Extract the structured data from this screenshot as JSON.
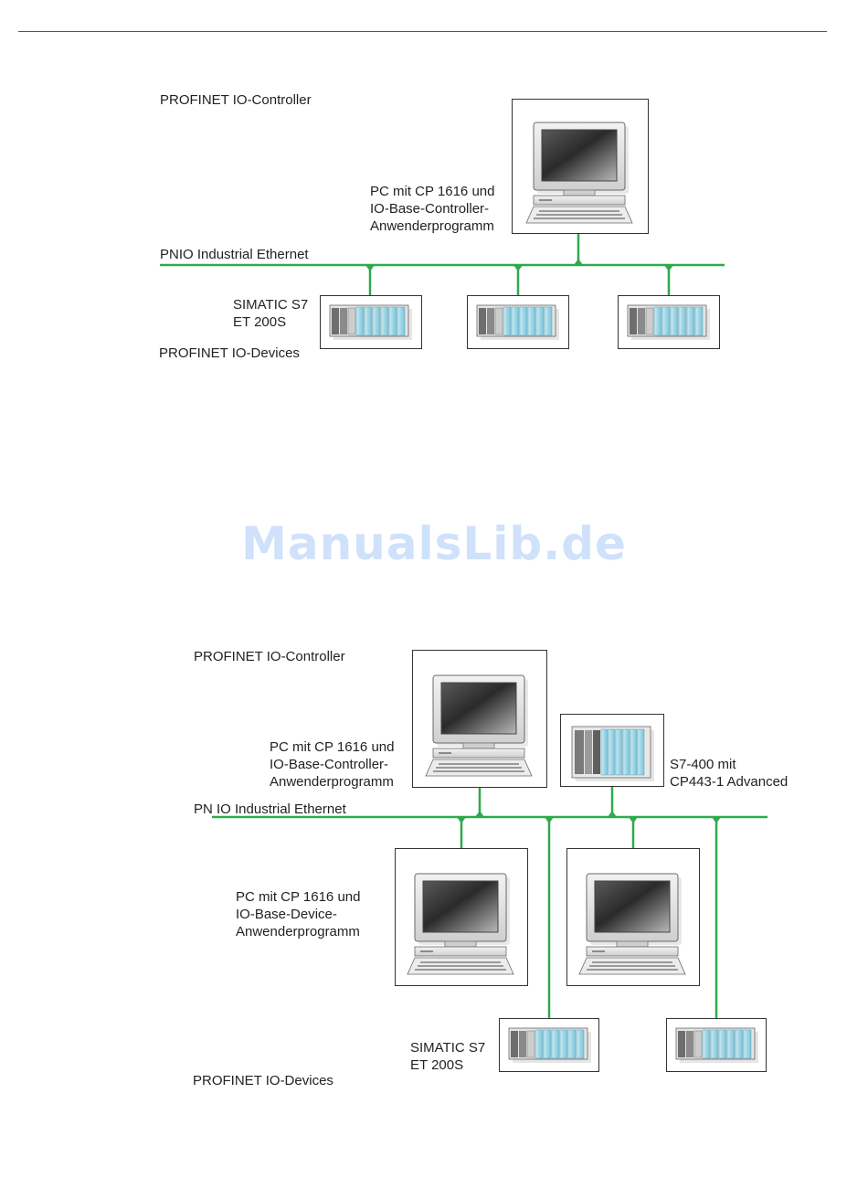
{
  "watermark": "ManualsLib.de",
  "colors": {
    "bus": "#2eaa4b",
    "border": "#333333",
    "watermark": "#cfe1fb"
  },
  "diagram1": {
    "controller_title": "PROFINET IO-Controller",
    "pc_caption": "PC mit CP 1616 und\nIO-Base-Controller-\nAnwenderprogramm",
    "bus_label": "PNIO Industrial Ethernet",
    "device_caption": "SIMATIC S7\nET 200S",
    "devices_title": "PROFINET IO-Devices"
  },
  "diagram2": {
    "controller_title": "PROFINET IO-Controller",
    "pc_controller_caption": "PC mit CP 1616 und\nIO-Base-Controller-\nAnwenderprogramm",
    "s7_caption": "S7-400 mit\nCP443-1 Advanced",
    "bus_label": "PN IO Industrial Ethernet",
    "pc_device_caption": "PC mit CP 1616 und\nIO-Base-Device-\nAnwenderprogramm",
    "device_caption": "SIMATIC S7\nET 200S",
    "devices_title": "PROFINET IO-Devices"
  }
}
